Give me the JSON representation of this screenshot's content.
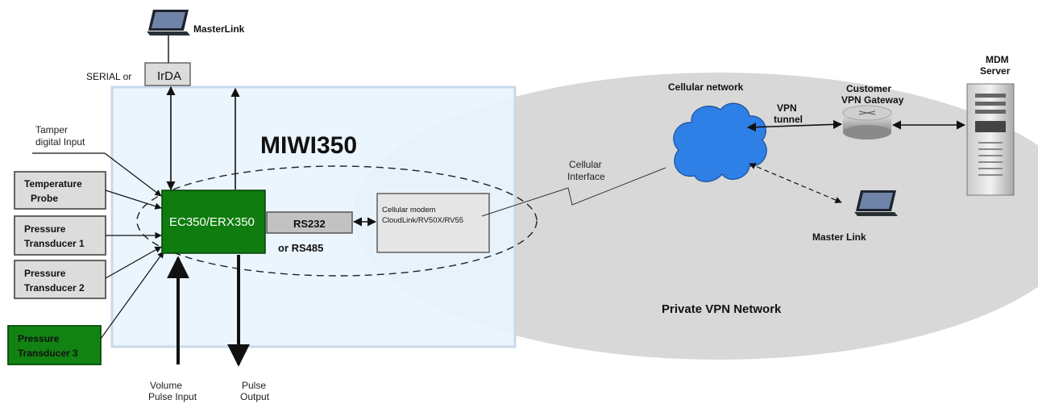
{
  "title": "MIWI350",
  "labels": {
    "masterlink_top": "MasterLink",
    "serial_or": "SERIAL or",
    "irda": "IrDA",
    "tamper_line1": "Tamper",
    "tamper_line2": "digital Input",
    "temp_probe_line1": "Temperature",
    "temp_probe_line2": "Probe",
    "pt1_line1": "Pressure",
    "pt1_line2": "Transducer 1",
    "pt2_line1": "Pressure",
    "pt2_line2": "Transducer 2",
    "pt3_line1": "Pressure",
    "pt3_line2": "Transducer 3",
    "ec350": "EC350/ERX350",
    "rs232": "RS232",
    "rs485": "or RS485",
    "modem_line1": "Cellular modem",
    "modem_line2": "CloudLink/RV50X/RV55",
    "cell_iface_line1": "Cellular",
    "cell_iface_line2": "Interface",
    "cellular_network": "Cellular network",
    "vpn_tunnel_line1": "VPN",
    "vpn_tunnel_line2": "tunnel",
    "gateway_line1": "Customer",
    "gateway_line2": "VPN Gateway",
    "mdm_line1": "MDM",
    "mdm_line2": "Server",
    "master_link_right": "Master Link",
    "private_vpn": "Private VPN Network",
    "volume_line1": "Volume",
    "volume_line2": "Pulse Input",
    "pulse_line1": "Pulse",
    "pulse_line2": "Output"
  },
  "colors": {
    "panel_fill": "#e9f4fd",
    "panel_border": "#c5d7e8",
    "vpn_ellipse": "#d7d7d7",
    "ec350_green": "#0e7c0e",
    "pt3_green": "#128212",
    "cloud_blue": "#2f80e6",
    "gray_box": "#dcdcdc"
  },
  "icons": [
    "laptop-icon",
    "cloud-icon",
    "router-icon",
    "server-icon"
  ]
}
